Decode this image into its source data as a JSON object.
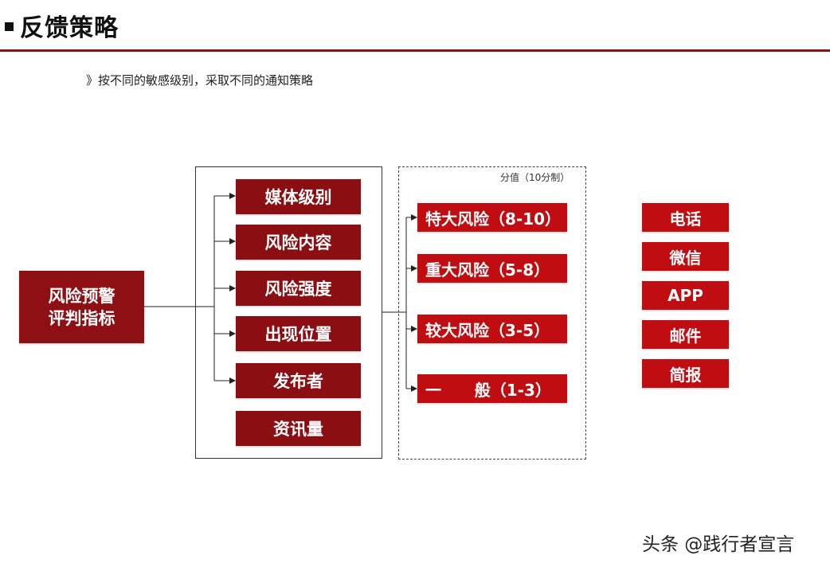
{
  "header": {
    "title": "反馈策略"
  },
  "subtitle": "》按不同的敏感级别，采取不同的通知策略",
  "source_box": {
    "line1": "风险预警",
    "line2": "评判指标"
  },
  "indicators": [
    "媒体级别",
    "风险内容",
    "风险强度",
    "出现位置",
    "发布者",
    "资讯量"
  ],
  "score_note": "分值（10分制）",
  "risk_levels": [
    "特大风险（8-10）",
    "重大风险（5-8）",
    "较大风险（3-5）",
    "一      般（1-3）"
  ],
  "channels": [
    "电话",
    "微信",
    "APP",
    "邮件",
    "简报"
  ],
  "watermark": "头条 @践行者宣言",
  "colors": {
    "dark_red": "#8b0e12",
    "bright_red": "#c00d12",
    "rule": "#8b1414"
  }
}
